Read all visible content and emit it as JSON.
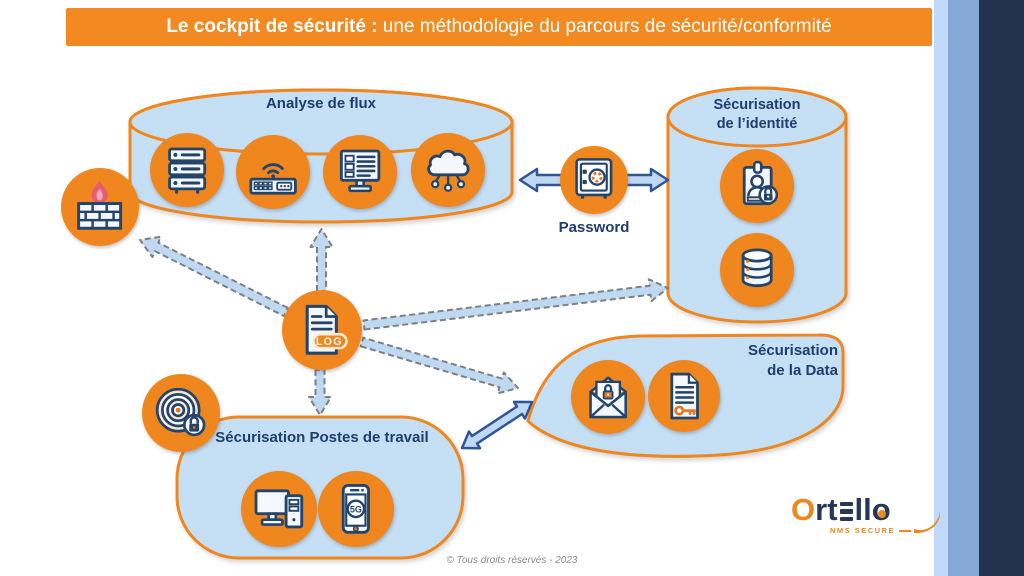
{
  "slide": {
    "title_bold": "Le cockpit de sécurité :",
    "title_rest": " une méthodologie du parcours de sécurité/conformité",
    "copyright": "© Tous droits réservés - 2023"
  },
  "groups": {
    "flux": {
      "label": "Analyse de flux",
      "icons": [
        "server-rack-icon",
        "wifi-router-icon",
        "dashboard-monitor-icon",
        "cloud-network-icon"
      ]
    },
    "identity": {
      "label_line1": "Sécurisation",
      "label_line2": "de l’identité",
      "icons": [
        "id-badge-lock-icon",
        "database-icon"
      ]
    },
    "workstations": {
      "label": "Sécurisation Postes de travail",
      "phone_badge": "5G",
      "icons": [
        "desktop-computer-icon",
        "smartphone-5g-icon"
      ]
    },
    "data": {
      "label_line1": "Sécurisation",
      "label_line2": "de la Data",
      "icons": [
        "envelope-lock-icon",
        "document-key-icon"
      ]
    }
  },
  "nodes": {
    "firewall": {
      "icon": "firewall-icon"
    },
    "password": {
      "label": "Password",
      "icon": "safe-vault-icon"
    },
    "log": {
      "icon": "log-document-icon",
      "badge_text": "LOG"
    },
    "fingerprint": {
      "icon": "fingerprint-lock-icon"
    }
  },
  "logo": {
    "brand": "Ortello",
    "brand_part1": "Ort",
    "brand_part2": "llo",
    "tagline": "NMS SECURE"
  },
  "colors": {
    "orange": "#F0861E",
    "header_orange": "#F28A21",
    "panel_blue": "#C5DFF5",
    "icon_navy": "#24456B",
    "text_navy": "#1F3D6E",
    "arrow_blue": "#BFD9F3",
    "arrow_outline_gray": "#7F7F7F",
    "arrow_outline_navy": "#2F5597",
    "stripe_light": "#BFD9FA",
    "stripe_mid": "#86A9D8",
    "stripe_dark": "#23334E"
  }
}
